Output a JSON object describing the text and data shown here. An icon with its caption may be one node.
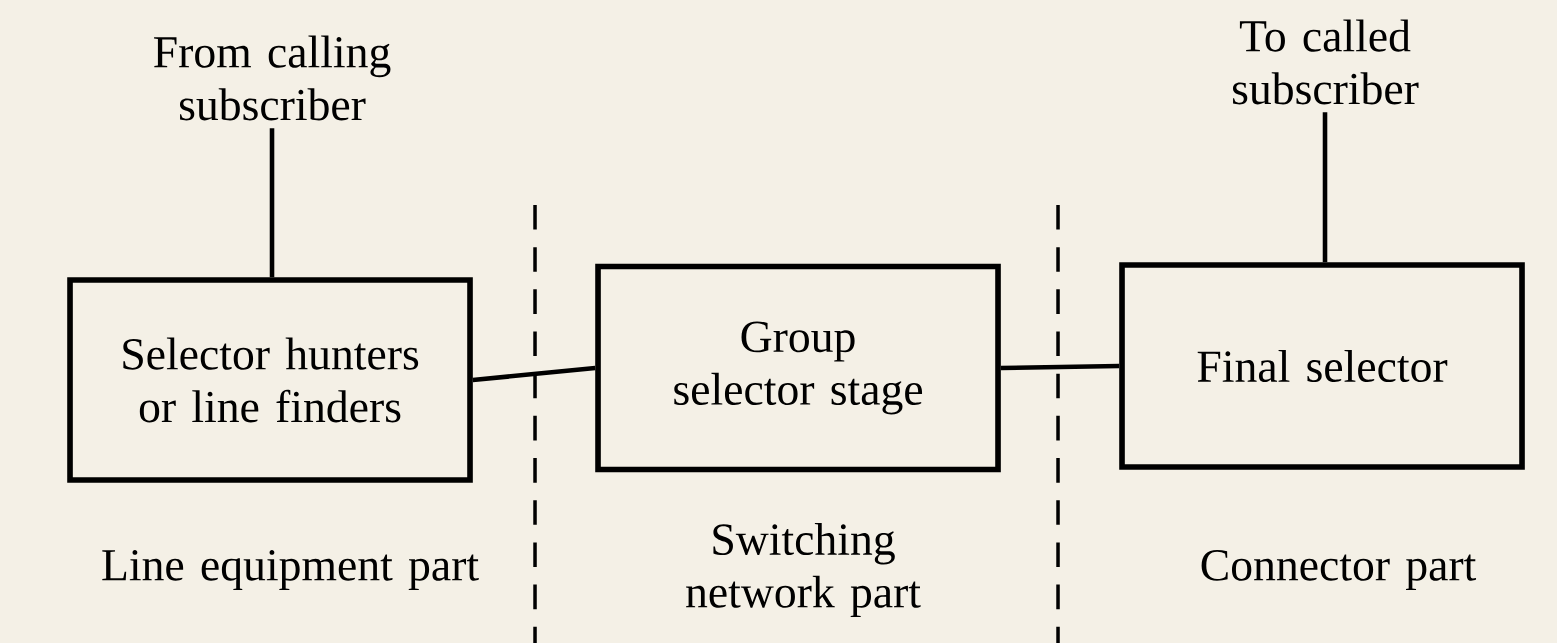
{
  "diagram": {
    "nodes": [
      {
        "text": [
          "From calling subscriber"
        ]
      },
      {
        "text": [
          "Selector hunters or line finders"
        ]
      },
      {
        "text": [
          "Group selector stage"
        ]
      },
      {
        "text": [
          "Final selector"
        ]
      },
      {
        "text": [
          "To called subscriber"
        ]
      }
    ],
    "edges": [
      {
        "from": 0,
        "to": 1,
        "arrow": "none"
      },
      {
        "from": 1,
        "to": 2,
        "arrow": "none"
      },
      {
        "from": 2,
        "to": 3,
        "arrow": "none"
      },
      {
        "from": 3,
        "to": 4,
        "arrow": "none"
      }
    ],
    "labels": [
      "Line equipment part",
      "Switching network part",
      "Connector part"
    ]
  }
}
